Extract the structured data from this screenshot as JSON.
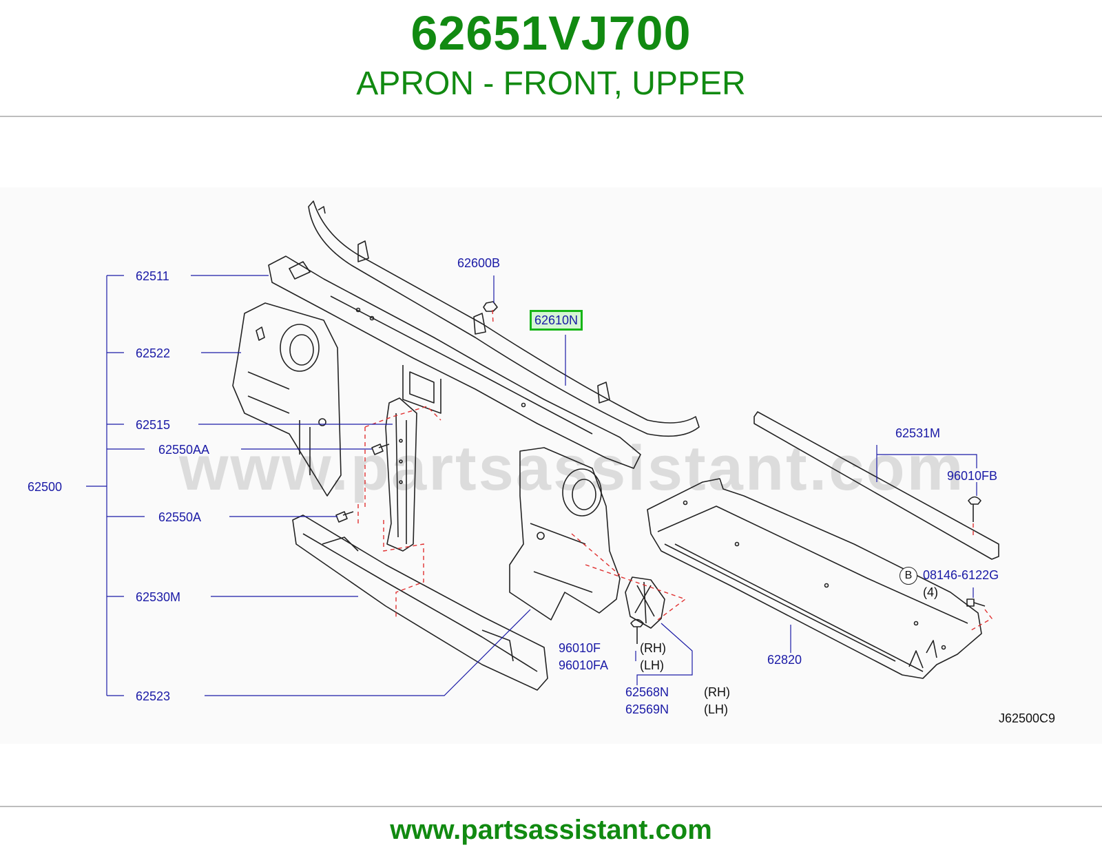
{
  "header": {
    "part_number": "62651VJ700",
    "part_name": "APRON - FRONT, UPPER"
  },
  "watermark": "www.partsassistant.com",
  "callouts": {
    "p62600B": "62600B",
    "p62610N": "62610N",
    "p62511": "62511",
    "p62522": "62522",
    "p62515": "62515",
    "p62550AA": "62550AA",
    "p62500": "62500",
    "p62550A": "62550A",
    "p62530M": "62530M",
    "p62523": "62523",
    "p62531M": "62531M",
    "p96010FB": "96010FB",
    "p08146": "08146-6122G",
    "p96010F": "96010F",
    "p96010FA": "96010FA",
    "p62568N": "62568N",
    "p62569N": "62569N",
    "p62820": "62820"
  },
  "notes": {
    "badge_b": "B",
    "qty_4": "(4)",
    "rh_1": "(RH)",
    "lh_1": "(LH)",
    "rh_2": "(RH)",
    "lh_2": "(LH)",
    "diagram_code": "J62500C9"
  },
  "highlighted_part": "62610N",
  "colors": {
    "brand_green": "#118a11",
    "callout_blue": "#1a1aa6",
    "highlight_border": "#16b516",
    "highlight_fill": "#d6f5d6",
    "dashed_red": "#e03030"
  },
  "footer": {
    "url": "www.partsassistant.com"
  }
}
